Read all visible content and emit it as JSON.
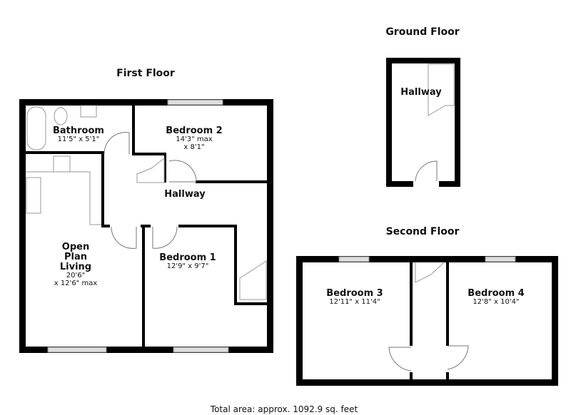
{
  "floors": {
    "first": {
      "title": "First Floor",
      "rooms": [
        {
          "name": "Bathroom",
          "dims": [
            "11'5\" x 5'1\""
          ]
        },
        {
          "name": "Bedroom 2",
          "dims": [
            "14'3\" max",
            "x 8'1\""
          ]
        },
        {
          "name": "Hallway",
          "dims": []
        },
        {
          "name": "Open Plan Living",
          "name_lines": [
            "Open",
            "Plan",
            "Living"
          ],
          "dims": [
            "20'6\"",
            "x 12'6\" max"
          ]
        },
        {
          "name": "Bedroom 1",
          "dims": [
            "12'9\" x 9'7\""
          ]
        }
      ]
    },
    "ground": {
      "title": "Ground Floor",
      "rooms": [
        {
          "name": "Hallway",
          "dims": []
        }
      ]
    },
    "second": {
      "title": "Second Floor",
      "rooms": [
        {
          "name": "Bedroom 3",
          "dims": [
            "12'11\" x 11'4\""
          ]
        },
        {
          "name": "Bedroom 4",
          "dims": [
            "12'8\" x 10'4\""
          ]
        }
      ]
    }
  },
  "footer": {
    "total_area": "Total area: approx. 1092.9 sq. feet"
  }
}
